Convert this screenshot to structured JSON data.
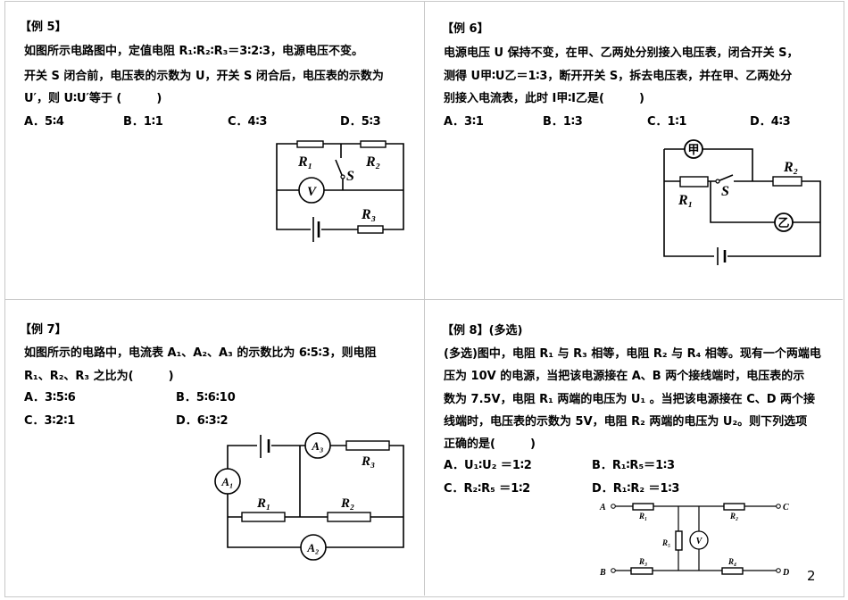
{
  "page_number": "2",
  "ex5": {
    "title": "【例 5】",
    "lines": [
      "如图所示电路图中，定值电阻 R₁∶R₂∶R₃＝3∶2∶3，电源电压不变。",
      "开关 S 闭合前，电压表的示数为 U，开关 S 闭合后，电压表的示数为",
      "U′，则 U∶U′等于 (　　　)"
    ],
    "options": [
      "A．5∶4",
      "B．1∶1",
      "C．4∶3",
      "D．5∶3"
    ],
    "labels": {
      "r1": "R₁",
      "r2": "R₂",
      "r3": "R₃",
      "s": "S",
      "v": "V"
    }
  },
  "ex6": {
    "title": "【例 6】",
    "lines": [
      "电源电压 U 保持不变，在甲、乙两处分别接入电压表，闭合开关 S，",
      "测得 U甲∶U乙＝1∶3，断开开关 S，拆去电压表，并在甲、乙两处分",
      "别接入电流表，此时 I甲∶I乙是(　　　)"
    ],
    "options": [
      "A．3∶1",
      "B．1∶3",
      "C．1∶1",
      "D．4∶3"
    ],
    "labels": {
      "r1": "R₁",
      "r2": "R₂",
      "s": "S",
      "jia": "甲",
      "yi": "乙"
    }
  },
  "ex7": {
    "title": "【例 7】",
    "lines": [
      "如图所示的电路中，电流表 A₁、A₂、A₃ 的示数比为 6∶5∶3，则电阻",
      "R₁、R₂、R₃ 之比为(　　　)"
    ],
    "options": [
      "A．3∶5∶6",
      "B．5∶6∶10",
      "C．3∶2∶1",
      "D．6∶3∶2"
    ],
    "labels": {
      "r1": "R₁",
      "r2": "R₂",
      "r3": "R₃",
      "a1": "A₁",
      "a2": "A₂",
      "a3": "A₃"
    }
  },
  "ex8": {
    "title": "【例 8】(多选)",
    "lines": [
      "(多选)图中，电阻 R₁ 与 R₃ 相等，电阻 R₂ 与 R₄ 相等。现有一个两端电",
      "压为 10V 的电源，当把该电源接在 A、B 两个接线端时，电压表的示",
      "数为 7.5V，电阻 R₁ 两端的电压为 U₁ 。当把该电源接在 C、D 两个接",
      "线端时，电压表的示数为 5V，电阻 R₂ 两端的电压为 U₂。则下列选项",
      "正确的是(　　　)"
    ],
    "options": [
      "A．U₁∶U₂ ＝1∶2",
      "B．R₁∶R₅＝1∶3",
      "C．R₂∶R₅ ＝1∶2",
      "D．R₁∶R₂ ＝1∶3"
    ],
    "labels": {
      "a": "A",
      "b": "B",
      "c": "C",
      "d": "D",
      "r1": "R₁",
      "r2": "R₂",
      "r3": "R₃",
      "r4": "R₄",
      "r5": "R₅",
      "v": "V"
    }
  }
}
